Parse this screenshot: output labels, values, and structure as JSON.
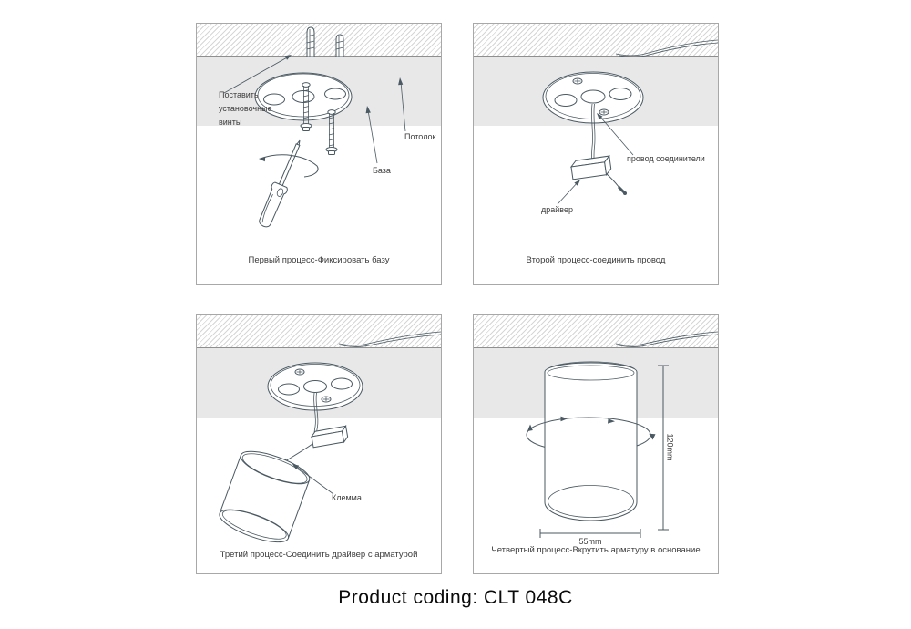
{
  "product": {
    "code_label": "Product coding: CLT 048C"
  },
  "steps": [
    {
      "caption": "Первый процесс-Фиксировать базу",
      "labels": {
        "install_screws": "Поставить установочные винты",
        "ceiling": "Потолок",
        "base": "База"
      }
    },
    {
      "caption": "Второй процесс-соединить провод",
      "labels": {
        "wire_connectors": "провод соединители",
        "driver": "драйвер"
      }
    },
    {
      "caption": "Третий процесс-Соединить драйвер с арматурой",
      "labels": {
        "terminal": "Клемма"
      }
    },
    {
      "caption": "Четвертый процесс-Вкрутить арматуру в основание",
      "labels": {
        "height": "120mm",
        "diameter": "55mm"
      }
    }
  ],
  "colors": {
    "drawing_line": "#4a5962",
    "ceiling_band": "#e8e8e8",
    "hatch_stripe": "#d6d6d6",
    "panel_border": "#a8a8a8",
    "text": "#3c3c3c"
  }
}
